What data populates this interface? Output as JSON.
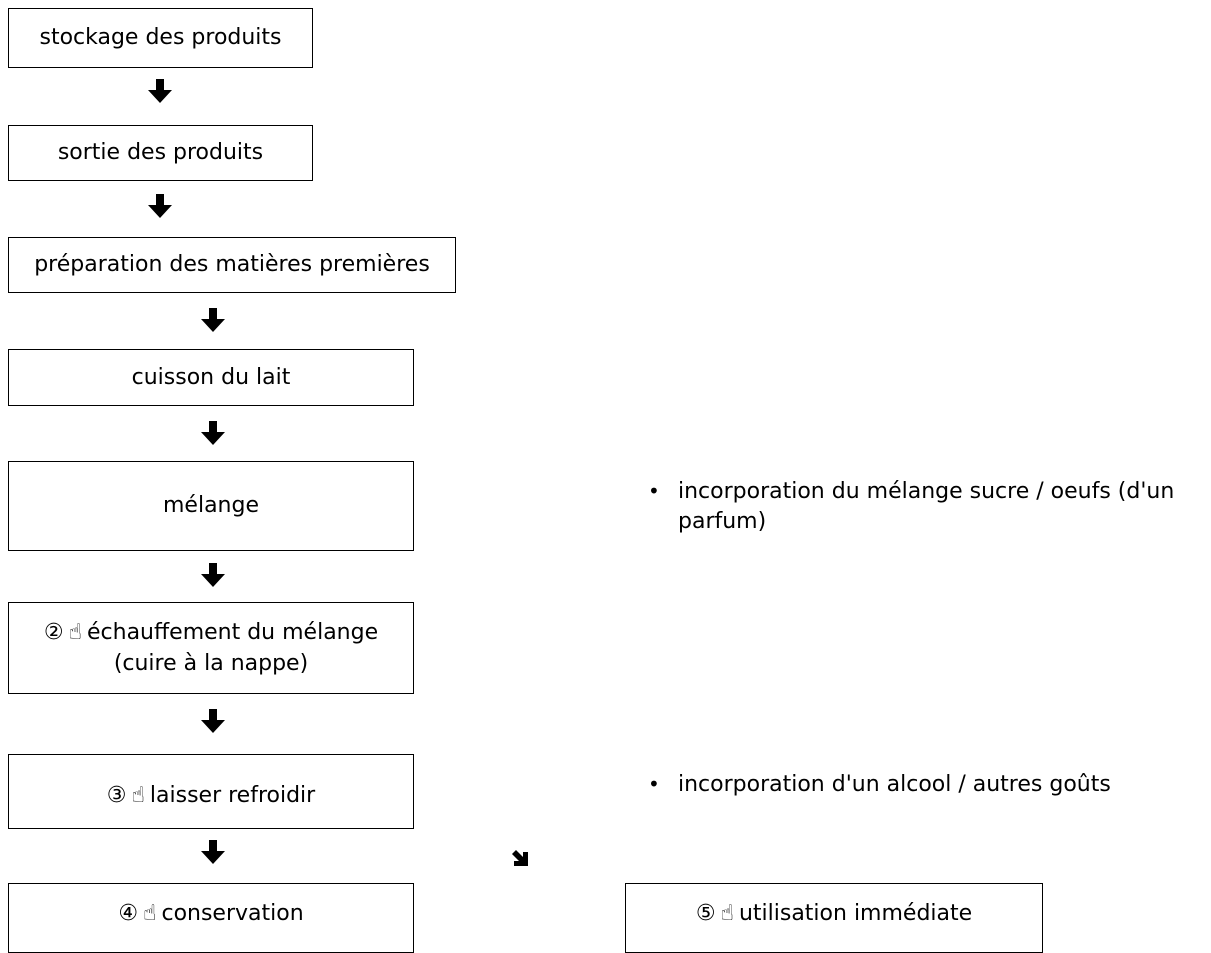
{
  "flow": {
    "step1": "stockage des produits",
    "step2": "sortie des produits",
    "step3": "préparation des matières premières",
    "step4": "cuisson du lait",
    "step5": "mélange",
    "step6": {
      "marker": "②",
      "hand": "☝",
      "line1": "échauffement du mélange",
      "line2": "(cuire à la nappe)"
    },
    "step7": {
      "marker": "③",
      "hand": "☝",
      "text": "laisser refroidir"
    },
    "step8": {
      "marker": "④",
      "hand": "☝",
      "text": "conservation"
    },
    "step9": {
      "marker": "⑤",
      "hand": "☝",
      "text": "utilisation immédiate"
    }
  },
  "notes": {
    "bullet": "•",
    "note1_line1": "incorporation du mélange sucre / oeufs (d'un",
    "note1_line2": "parfum)",
    "note2": "incorporation d'un alcool / autres goûts"
  }
}
